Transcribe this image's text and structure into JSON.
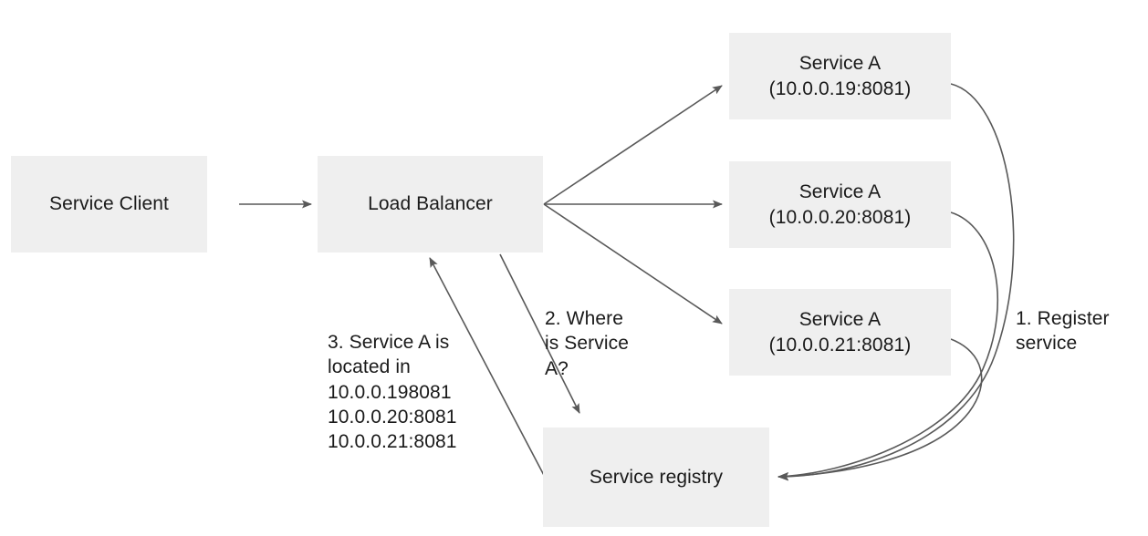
{
  "diagram": {
    "title": "Client-side service discovery with load balancer and service registry",
    "colors": {
      "node_fill": "#efefef",
      "text": "#1a1a1a",
      "edge": "#595959",
      "background": "#ffffff"
    },
    "nodes": {
      "service_client": {
        "label": "Service Client"
      },
      "load_balancer": {
        "label": "Load Balancer"
      },
      "service_a_1": {
        "label": "Service A",
        "address": "(10.0.0.19:8081)"
      },
      "service_a_2": {
        "label": "Service A",
        "address": "(10.0.0.20:8081)"
      },
      "service_a_3": {
        "label": "Service A",
        "address": "(10.0.0.21:8081)"
      },
      "service_registry": {
        "label": "Service registry"
      }
    },
    "annotations": {
      "register": "1. Register\nservice",
      "where": "2. Where\nis Service\nA?",
      "located": "3. Service A is\nlocated in\n10.0.0.198081\n10.0.0.20:8081\n10.0.0.21:8081"
    },
    "edges": [
      {
        "name": "client-to-load-balancer",
        "from": "service_client",
        "to": "load_balancer",
        "style": "straight-arrow"
      },
      {
        "name": "load-balancer-to-service-a-1",
        "from": "load_balancer",
        "to": "service_a_1",
        "style": "straight-arrow"
      },
      {
        "name": "load-balancer-to-service-a-2",
        "from": "load_balancer",
        "to": "service_a_2",
        "style": "straight-arrow"
      },
      {
        "name": "load-balancer-to-service-a-3",
        "from": "load_balancer",
        "to": "service_a_3",
        "style": "straight-arrow"
      },
      {
        "name": "service-a-1-to-registry",
        "from": "service_a_1",
        "to": "service_registry",
        "style": "curved-arrow",
        "label": "1. Register service"
      },
      {
        "name": "service-a-2-to-registry",
        "from": "service_a_2",
        "to": "service_registry",
        "style": "curved-arrow",
        "label": "1. Register service"
      },
      {
        "name": "service-a-3-to-registry",
        "from": "service_a_3",
        "to": "service_registry",
        "style": "curved-arrow",
        "label": "1. Register service"
      },
      {
        "name": "load-balancer-to-registry",
        "from": "load_balancer",
        "to": "service_registry",
        "style": "straight-arrow",
        "label": "2. Where is Service A?"
      },
      {
        "name": "registry-to-load-balancer",
        "from": "service_registry",
        "to": "load_balancer",
        "style": "straight-arrow",
        "label": "3. Service A is located in ..."
      }
    ]
  }
}
